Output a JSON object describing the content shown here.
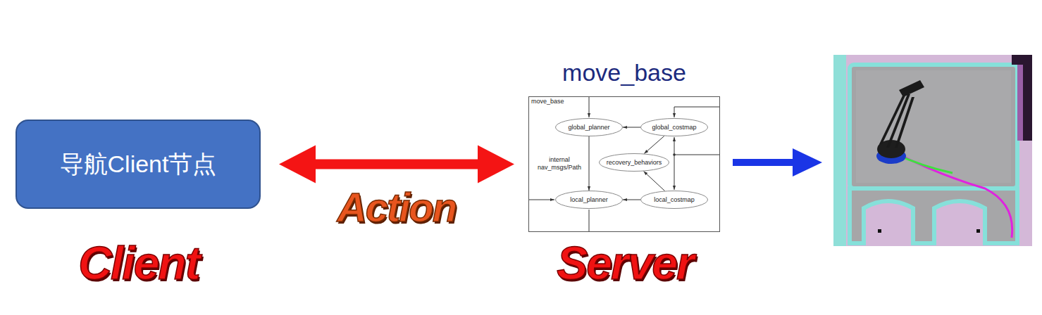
{
  "diagram": {
    "nodes": [
      {
        "text": [
          "导航Client节点"
        ]
      },
      {
        "text": [
          "move_base",
          "move_base"
        ]
      },
      {
        "text": [
          "global_planner"
        ],
        "in": 1
      },
      {
        "text": [
          "global_costmap"
        ],
        "in": 1
      },
      {
        "text": [
          "recovery_behaviors"
        ],
        "in": 1
      },
      {
        "text": [
          "local_planner"
        ],
        "in": 1
      },
      {
        "text": [
          "local_costmap"
        ],
        "in": 1
      }
    ],
    "edges": [
      {
        "from": 0,
        "to": 1,
        "arrow": "both",
        "label": "Action"
      },
      {
        "from": 3,
        "to": 2,
        "arrow": "to"
      },
      {
        "from": 2,
        "to": 5,
        "arrow": "to",
        "label": "internal nav_msgs/Path"
      },
      {
        "from": 3,
        "to": 4,
        "arrow": "to"
      },
      {
        "from": 6,
        "to": 4,
        "arrow": "to"
      },
      {
        "from": 6,
        "to": 5,
        "arrow": "to"
      }
    ],
    "labels": [
      "Client",
      "Server"
    ]
  }
}
